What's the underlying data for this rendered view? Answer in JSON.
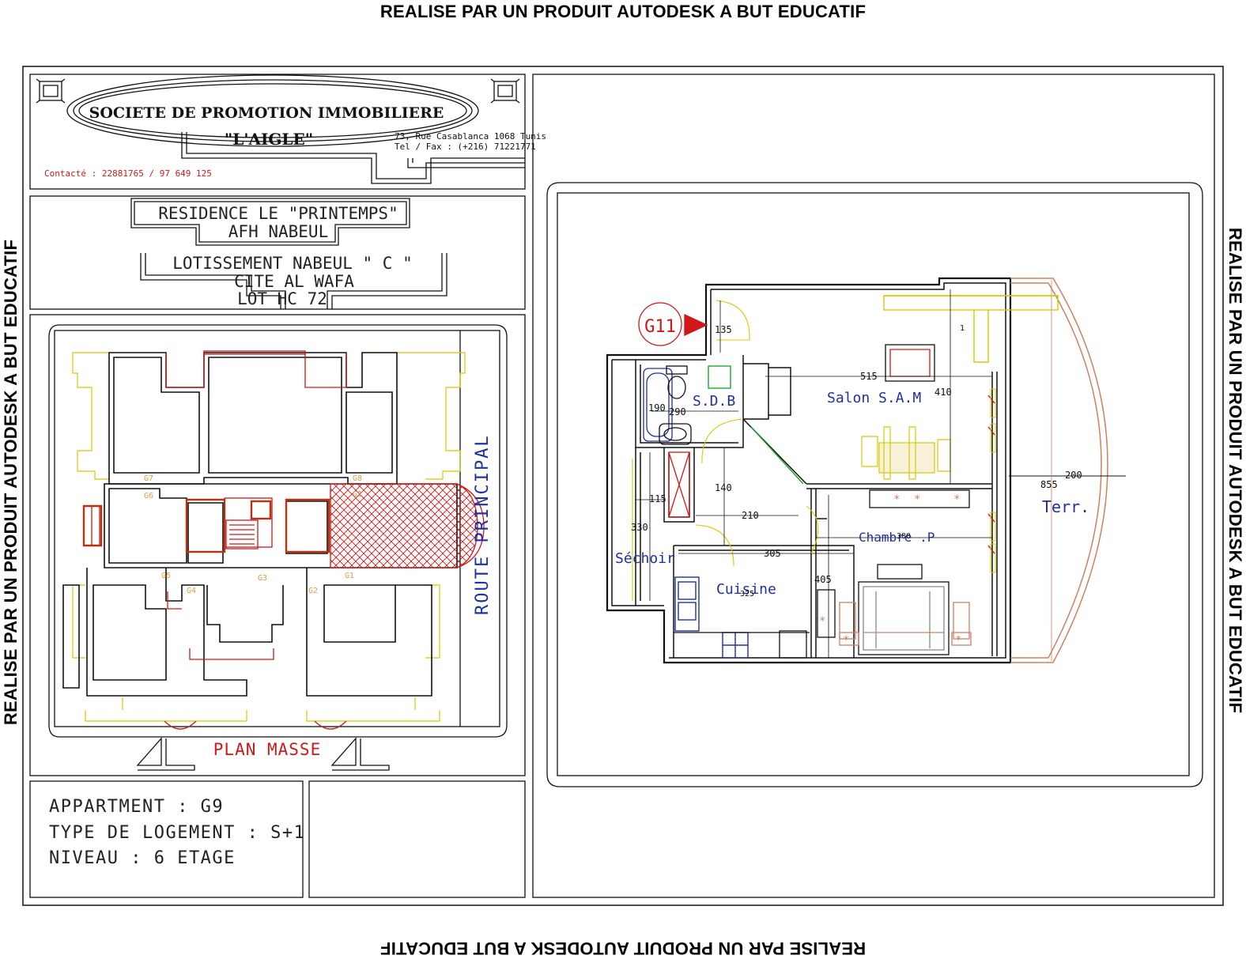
{
  "watermark": "REALISE PAR UN PRODUIT AUTODESK A BUT EDUCATIF",
  "company": {
    "name": "SOCIETE  DE  PROMOTION  IMMOBILIERE",
    "brand": "\"L'AIGLE\"",
    "address": "73, Rue Casablanca 1068 Tunis",
    "phone": "Tel / Fax : (+216) 71221771",
    "contact": "Contacté : 22881765 / 97 649 125"
  },
  "project": {
    "residence": "RESIDENCE LE \"PRINTEMPS\"",
    "place": "AFH NABEUL",
    "lotissement": "LOTISSEMENT  NABEUL \" C \"",
    "cite": "CITE  AL  WAFA",
    "lot": "LOT HC 72"
  },
  "site_plan": {
    "title": "PLAN MASSE",
    "road": "ROUTE PRINCIPAL",
    "units": [
      "G1",
      "G2",
      "G3",
      "G4",
      "G5",
      "G6",
      "G7",
      "G8",
      "G1"
    ]
  },
  "info": {
    "apartment": "APPARTMENT : G9",
    "type": "TYPE DE LOGEMENT : S+1",
    "level": "NIVEAU : 6 ETAGE"
  },
  "floor_plan": {
    "marker": "G11",
    "rooms": {
      "sdb": "S.D.B",
      "salon": "Salon S.A.M",
      "chambre": "Chambre .P",
      "sechoir": "Séchoir",
      "cuisine": "Cuisine",
      "terrasse": "Terr."
    },
    "dims": {
      "d135": "135",
      "d515": "515",
      "d410": "410",
      "d190": "190",
      "d290": "290",
      "d140": "140",
      "d115": "115",
      "d330": "330",
      "d210": "210",
      "d305": "305",
      "d405": "405",
      "d855": "855",
      "d200": "200",
      "d325": "325",
      "d380": "380",
      "d1": "1"
    }
  },
  "colors": {
    "line": "#111111",
    "red": "#d01818",
    "yellow": "#d8c800",
    "orange": "#d8a040",
    "blue": "#2030a0",
    "green": "#10a020"
  }
}
